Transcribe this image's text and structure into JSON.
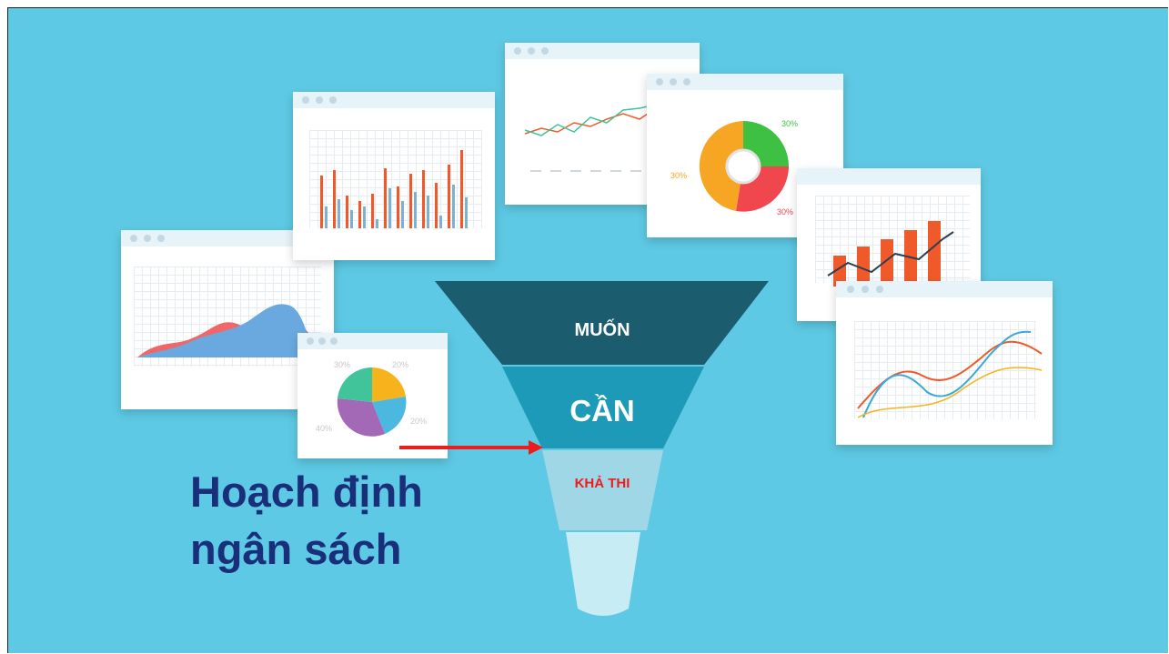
{
  "title": {
    "line1": "Hoạch định",
    "line2": "ngân sách"
  },
  "funnel": {
    "levels": [
      {
        "label": "MUỐN",
        "color": "#1b5c6e",
        "text_color": "#ffffff"
      },
      {
        "label": "CẦN",
        "color": "#1d9ab8",
        "text_color": "#ffffff"
      },
      {
        "label": "KHẢ THI",
        "color": "#9fd7e6",
        "text_color": "#ee1c1c"
      }
    ],
    "stem_color": "#c7ecf4"
  },
  "donut_chart": {
    "labels": [
      "30%",
      "30%",
      "30%"
    ],
    "colors": [
      "#3ec043",
      "#f0474e",
      "#f6a623"
    ]
  },
  "pie_chart": {
    "labels": [
      "30%",
      "20%",
      "20%",
      "40%"
    ],
    "colors": [
      "#f6b31c",
      "#4bb8df",
      "#a368b6",
      "#42c49a"
    ]
  },
  "arrow_color": "#ee1c1c",
  "background_color": "#5ec9e4"
}
